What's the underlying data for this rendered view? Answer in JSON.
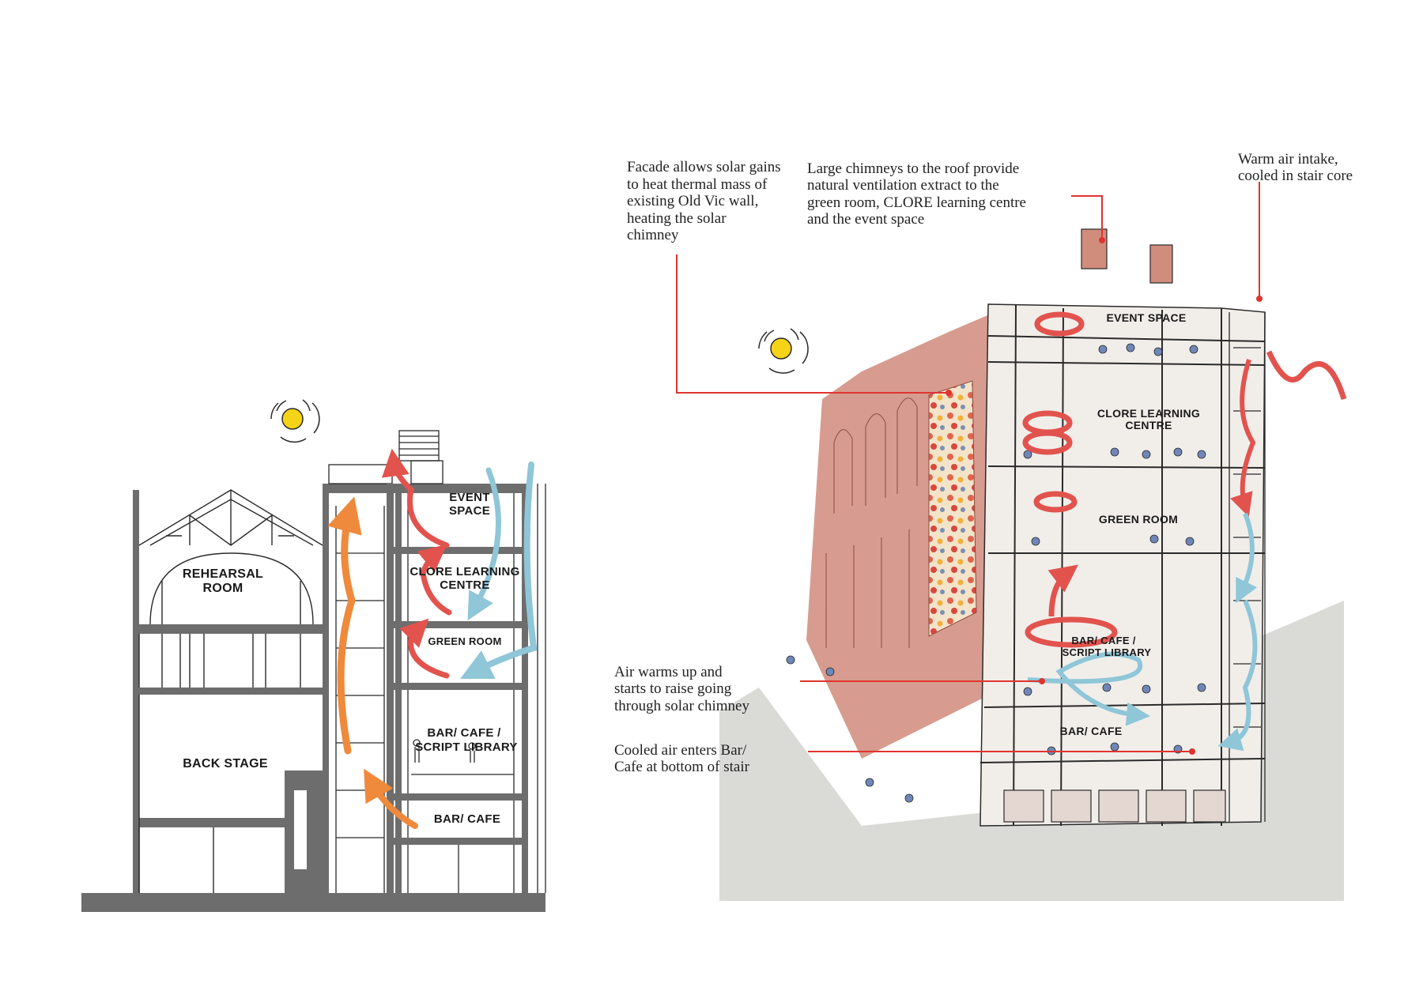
{
  "colors": {
    "structure": "#6d6d6d",
    "sketch": "#2a2a2a",
    "warm_arrow": "#e2534e",
    "chimney_arrow": "#ef8a3c",
    "cool_arrow": "#8fc6d8",
    "leader": "#e0342f",
    "sun": "#f5d316",
    "brick": "#c97b6a",
    "ground": "#dadad7"
  },
  "icons": [
    "sun-icon",
    "ventilation-arrow-icon",
    "spiral-airflow-icon"
  ],
  "section": {
    "rooms": {
      "rehearsal_1": "REHEARSAL",
      "rehearsal_2": "ROOM",
      "back_stage": "BACK STAGE",
      "event_1": "EVENT",
      "event_2": "SPACE",
      "clore_1": "CLORE LEARNING",
      "clore_2": "CENTRE",
      "green_room": "GREEN ROOM",
      "bar_library_1": "BAR/ CAFE /",
      "bar_library_2": "SCRIPT LIBRARY",
      "bar_cafe": "BAR/ CAFE"
    }
  },
  "perspective": {
    "rooms": {
      "event": "EVENT SPACE",
      "clore_1": "CLORE LEARNING",
      "clore_2": "CENTRE",
      "green_room": "GREEN ROOM",
      "bar_library_1": "BAR/ CAFE /",
      "bar_library_2": "SCRIPT LIBRARY",
      "bar_cafe": "BAR/ CAFE"
    }
  },
  "annotations": {
    "facade": [
      "Facade allows solar gains",
      "to heat thermal mass of",
      "existing Old Vic wall,",
      "heating the solar",
      "chimney"
    ],
    "chimneys": [
      "Large chimneys to the roof provide",
      "natural ventilation extract to the",
      "green room, CLORE learning centre",
      "and the event space"
    ],
    "warm_intake": [
      "Warm air intake,",
      "cooled in stair core"
    ],
    "air_warms": [
      "Air warms up and",
      "starts to raise going",
      "through solar chimney"
    ],
    "cooled_air": [
      "Cooled air enters Bar/",
      "Cafe at bottom of stair"
    ]
  }
}
